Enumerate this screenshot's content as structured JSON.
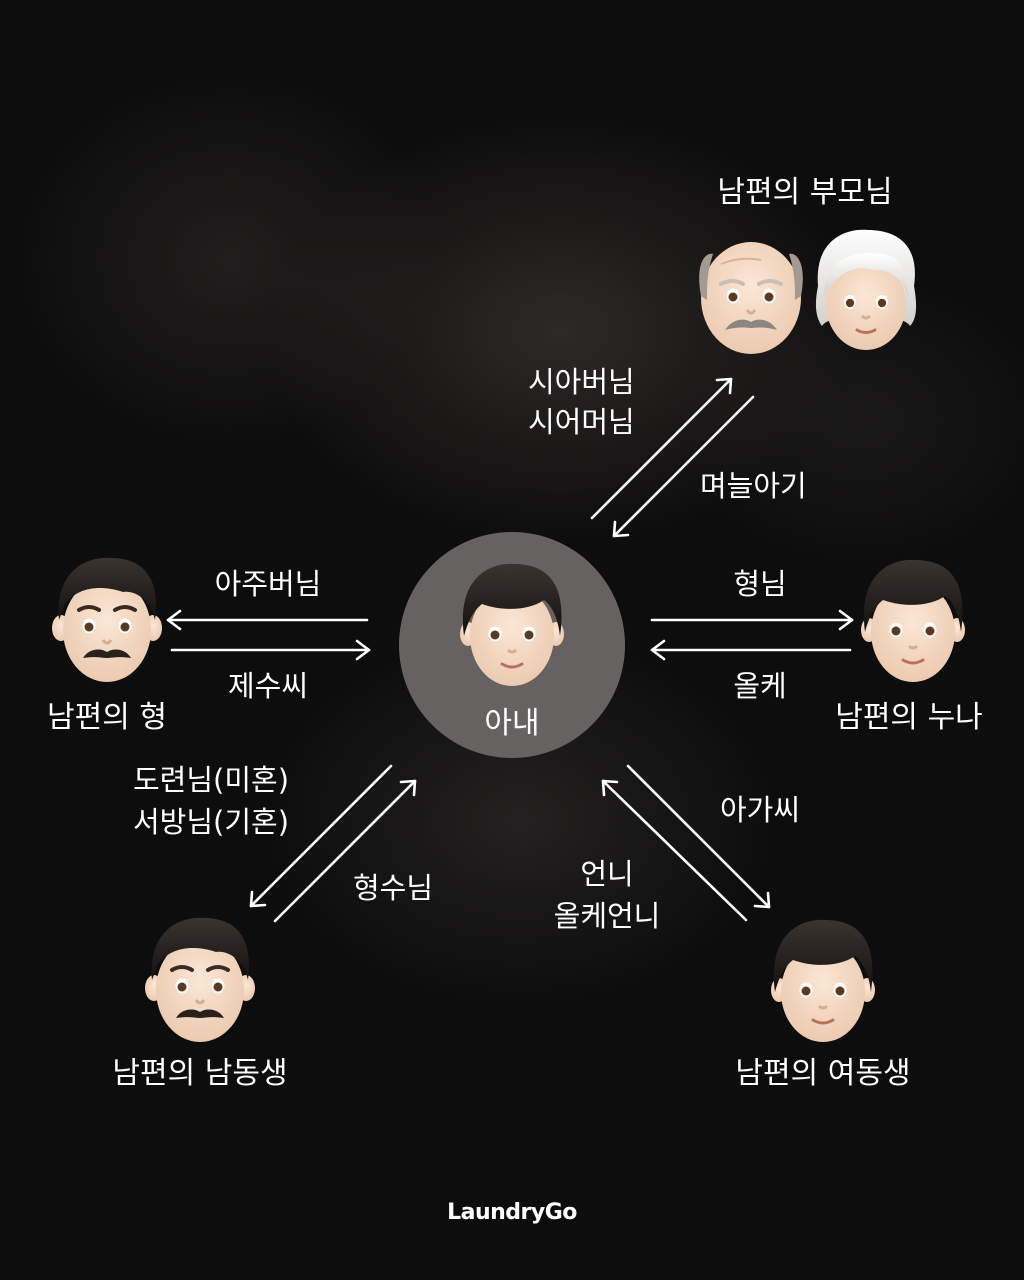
{
  "center": {
    "label": "아내"
  },
  "nodes": {
    "parents": "남편의 부모님",
    "older_brother": "남편의 형",
    "older_sister": "남편의 누나",
    "younger_brother": "남편의 남동생",
    "younger_sister": "남편의 여동생"
  },
  "relations": {
    "parents_to_wife": [
      "시아버님",
      "시어머님"
    ],
    "wife_from_parents": "며늘아기",
    "wife_to_older_brother": "아주버님",
    "older_brother_to_wife": "제수씨",
    "wife_to_older_sister": "형님",
    "older_sister_to_wife": "올케",
    "wife_to_younger_brother": [
      "도련님(미혼)",
      "서방님(기혼)"
    ],
    "younger_brother_to_wife": "형수님",
    "wife_to_younger_sister": "아가씨",
    "younger_sister_to_wife": [
      "언니",
      "올케언니"
    ]
  },
  "icons": {
    "grandfather": "old-man-emoji",
    "grandmother": "old-woman-emoji",
    "wife": "person-emoji",
    "older_brother": "man-mustache-emoji",
    "older_sister": "person-emoji",
    "younger_brother": "man-mustache-emoji",
    "younger_sister": "person-emoji"
  },
  "colors": {
    "background": "#0e0d0d",
    "center_circle": "#666262",
    "text": "#ffffff",
    "skin": "#f6dcc7",
    "hair_dark": "#1e1a18",
    "hair_white": "#e8e6e4"
  },
  "brand": "LaundryGo"
}
